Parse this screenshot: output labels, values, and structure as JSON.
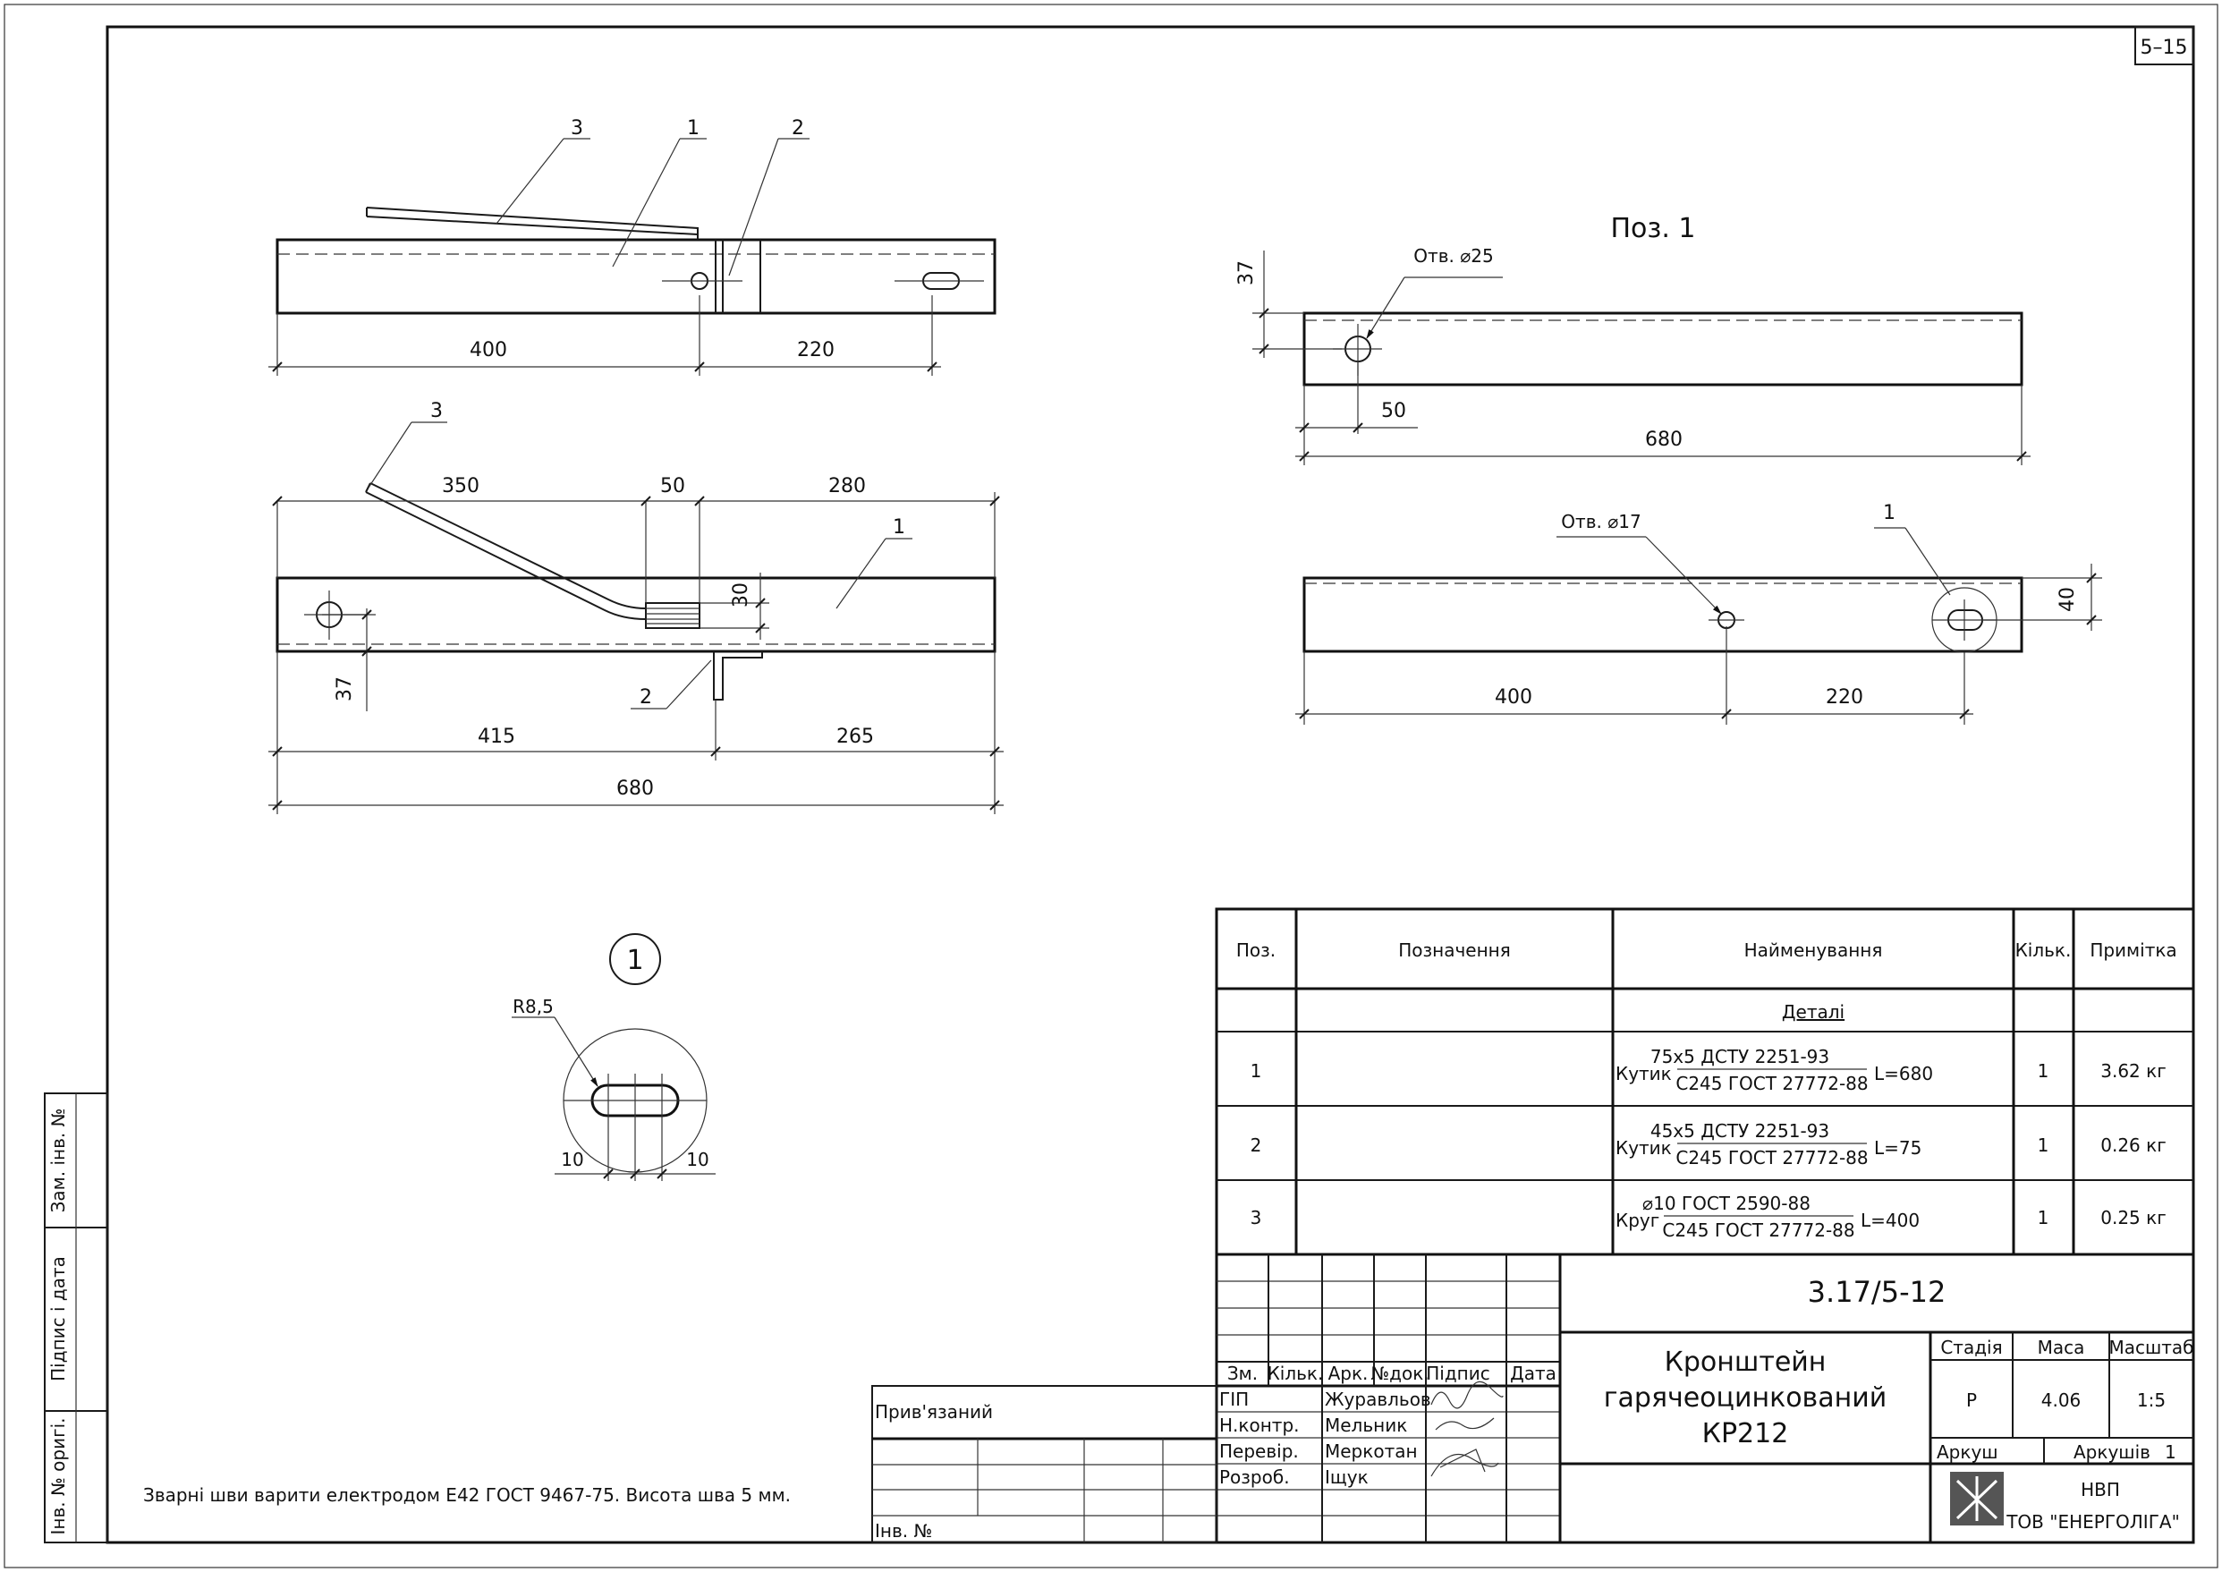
{
  "sheet_number": "5–15",
  "views": {
    "top_view": {
      "dim_left": "400",
      "dim_right": "220",
      "callouts": [
        "3",
        "1",
        "2"
      ]
    },
    "front_view": {
      "dims_top": [
        "350",
        "50",
        "280"
      ],
      "dim_height": "30",
      "dim_hole": "37",
      "dims_bottom": [
        "415",
        "265"
      ],
      "dim_total": "680",
      "callouts": [
        "3",
        "1",
        "2"
      ]
    },
    "pos1_title": "Поз. 1",
    "pos1_upper": {
      "hole_label": "Отв. ⌀25",
      "dim_37": "37",
      "dim_50": "50",
      "dim_680": "680"
    },
    "pos1_lower": {
      "hole_label": "Отв. ⌀17",
      "dim_40": "40",
      "dim_400": "400",
      "dim_220": "220",
      "callout": "1"
    },
    "detail": {
      "marker": "1",
      "radius": "R8,5",
      "dim_left": "10",
      "dim_right": "10"
    }
  },
  "spec_table": {
    "headers": {
      "pos": "Поз.",
      "designation": "Позначення",
      "name": "Найменування",
      "qty": "Кільк.",
      "note": "Примітка"
    },
    "section": "Деталі",
    "rows": [
      {
        "pos": "1",
        "prefix": "Кутик",
        "top": "75х5 ДСТУ 2251-93",
        "bottom": "С245 ГОСТ 27772-88",
        "length": "L=680",
        "qty": "1",
        "note": "3.62 кг"
      },
      {
        "pos": "2",
        "prefix": "Кутик",
        "top": "45х5 ДСТУ 2251-93",
        "bottom": "С245 ГОСТ 27772-88",
        "length": "L=75",
        "qty": "1",
        "note": "0.26 кг"
      },
      {
        "pos": "3",
        "prefix": "Круг",
        "top": "⌀10 ГОСТ 2590-88",
        "bottom": "С245 ГОСТ 27772-88",
        "length": "L=400",
        "qty": "1",
        "note": "0.25 кг"
      }
    ]
  },
  "title_block": {
    "doc_code": "3.17/5-12",
    "title_lines": [
      "Кронштейн",
      "гарячеоцинкований",
      "КР212"
    ],
    "col_headers": [
      "Зм.",
      "Кільк.",
      "Арк.",
      "№док.",
      "Підпис",
      "Дата"
    ],
    "roles": [
      "ГІП",
      "Н.контр.",
      "Перевір.",
      "Розроб."
    ],
    "names": [
      "Журавльов",
      "Мельник",
      "Меркотан",
      "Іщук"
    ],
    "stage_label": "Стадія",
    "mass_label": "Маса",
    "scale_label": "Масштаб",
    "stage": "Р",
    "mass": "4.06",
    "scale": "1:5",
    "sheet_label": "Аркуш",
    "sheets_label": "Аркушів",
    "sheets_value": "1",
    "org_line1": "НВП",
    "org_line2": "ТОВ \"ЕНЕРГОЛІГА\""
  },
  "binding": {
    "label": "Прив'язаний",
    "inv_label": "Інв. №"
  },
  "side_stamp": [
    "Зам. інв. №",
    "Підпис і дата",
    "Інв. № оригі."
  ],
  "note": "Зварні шви варити електродом Е42 ГОСТ 9467-75. Висота шва 5 мм."
}
